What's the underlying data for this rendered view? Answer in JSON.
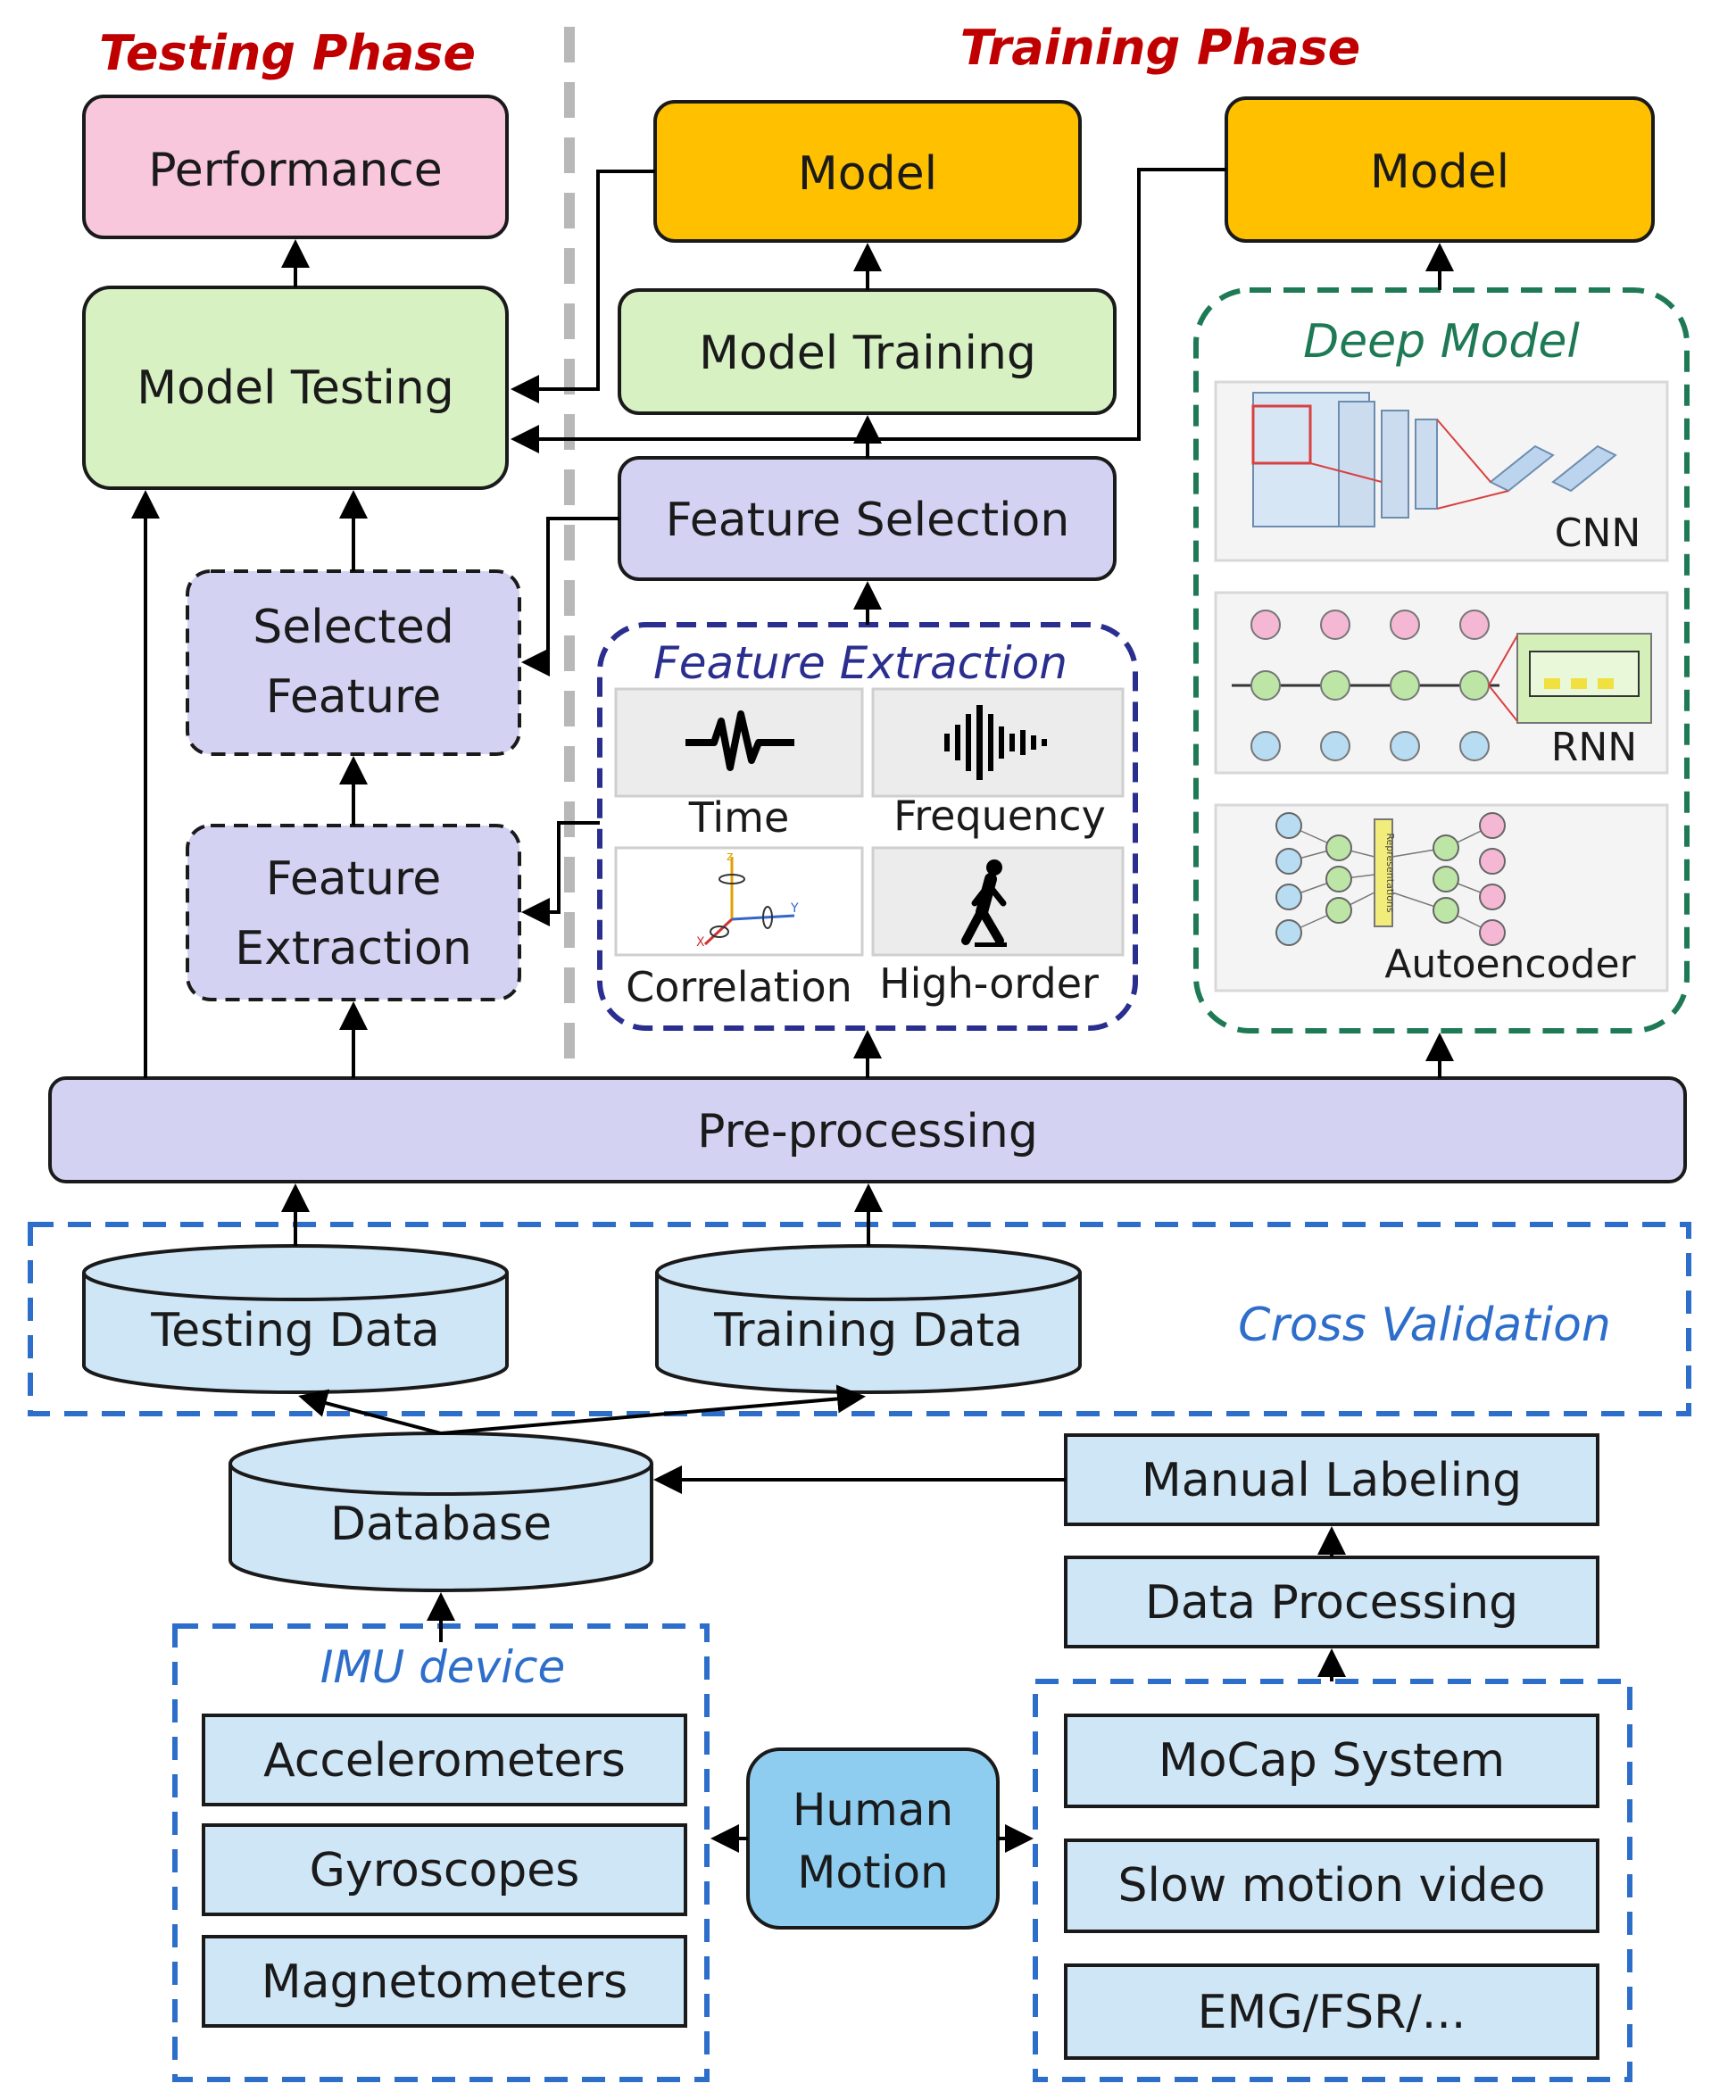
{
  "colors": {
    "pink": "#f8c7dc",
    "orange": "#ffc000",
    "green": "#d7f1c3",
    "lavender": "#d4d2f3",
    "lightblue": "#cfe6f7",
    "blue_header": "#2e6ecb",
    "red_header": "#c00000",
    "teal": "#1e7a55",
    "navy": "#2a2f8f"
  },
  "headers": {
    "testing_phase": "Testing Phase",
    "training_phase": "Training Phase"
  },
  "testing": {
    "performance": "Performance",
    "model_testing": "Model Testing",
    "selected_feature_line1": "Selected",
    "selected_feature_line2": "Feature",
    "feature_extraction_line1": "Feature",
    "feature_extraction_line2": "Extraction"
  },
  "training": {
    "model_left": "Model",
    "model_right": "Model",
    "model_training": "Model Training",
    "feature_selection": "Feature Selection",
    "feature_extraction_group": {
      "title": "Feature Extraction",
      "items": [
        "Time",
        "Frequency",
        "Correlation",
        "High-order"
      ]
    },
    "deep_model_group": {
      "title": "Deep Model",
      "items": [
        "CNN",
        "RNN",
        "Autoencoder"
      ],
      "autoencoder_bar_text": "Representations"
    }
  },
  "preprocessing": "Pre-processing",
  "cross_validation": {
    "title": "Cross Validation",
    "testing_data": "Testing Data",
    "training_data": "Training Data"
  },
  "database": "Database",
  "labeling": {
    "manual_labeling": "Manual Labeling",
    "data_processing": "Data Processing"
  },
  "imu": {
    "title": "IMU device",
    "items": [
      "Accelerometers",
      "Gyroscopes",
      "Magnetometers"
    ]
  },
  "human_motion_line1": "Human",
  "human_motion_line2": "Motion",
  "reference": {
    "items": [
      "MoCap System",
      "Slow motion video",
      "EMG/FSR/..."
    ]
  }
}
